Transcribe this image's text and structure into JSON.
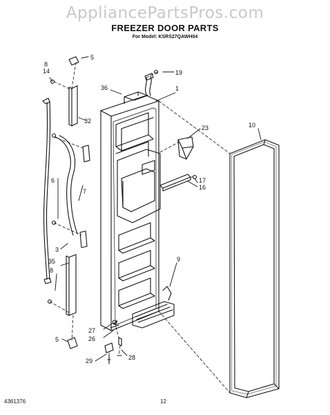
{
  "watermark": "AppliancePartsPros.com",
  "title": "FREEZER DOOR PARTS",
  "subtitle": "For Model: KSRS27QAWH04",
  "footer_code": "4361376",
  "page_number": "12",
  "callouts": {
    "c1": "1",
    "c3": "3",
    "c5a": "5",
    "c5b": "5",
    "c6": "6",
    "c7": "7",
    "c8a": "8",
    "c8b": "8",
    "c9": "9",
    "c10": "10",
    "c14": "14",
    "c16": "16",
    "c17": "17",
    "c19": "19",
    "c23": "23",
    "c26": "26",
    "c27": "27",
    "c28": "28",
    "c29": "29",
    "c32": "32",
    "c35": "35",
    "c36": "36"
  }
}
